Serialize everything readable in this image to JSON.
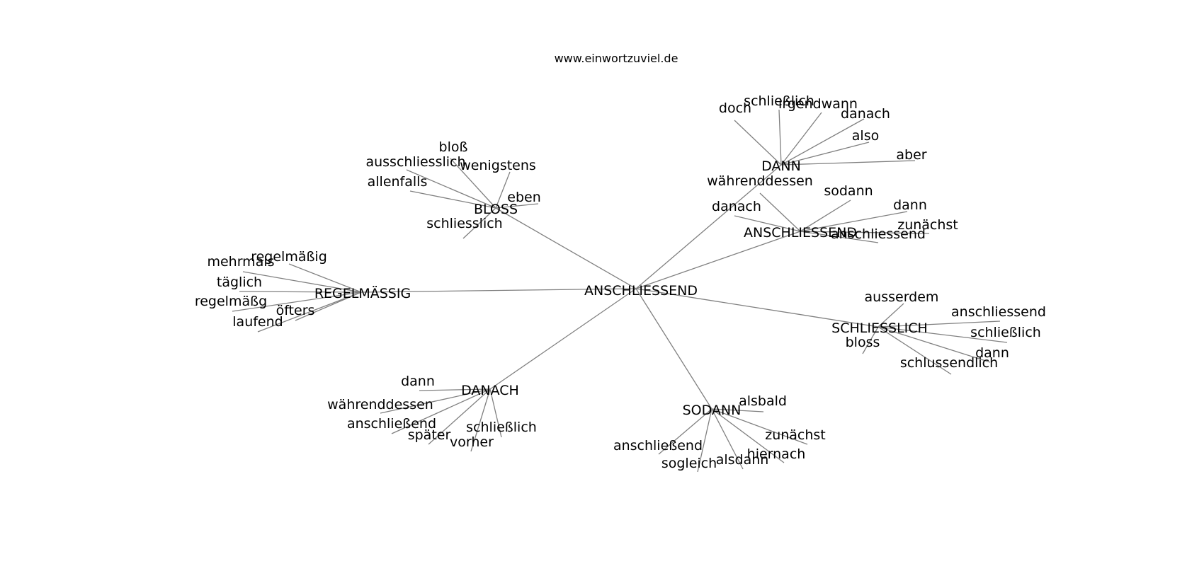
{
  "header": {
    "title": "www.einwortzuviel.de"
  },
  "graph": {
    "root": {
      "label": "ANSCHLIESSEND"
    },
    "hubs": [
      {
        "id": "bloss",
        "label": "BLOSS",
        "leaves": [
          "bloß",
          "ausschliesslich",
          "wenigstens",
          "allenfalls",
          "eben",
          "schliesslich"
        ]
      },
      {
        "id": "dann",
        "label": "DANN",
        "leaves": [
          "schließlich",
          "irgendwann",
          "doch",
          "danach",
          "also",
          "aber"
        ]
      },
      {
        "id": "anschliessend",
        "label": "ANSCHLIESSEND",
        "leaves": [
          "währenddessen",
          "sodann",
          "dann",
          "danach",
          "zunächst",
          "anschliessend"
        ]
      },
      {
        "id": "regelmaessig",
        "label": "REGELMÄSSIG",
        "leaves": [
          "regelmäßig",
          "mehrmals",
          "täglich",
          "regelmäßg",
          "öfters",
          "laufend"
        ]
      },
      {
        "id": "schliesslich",
        "label": "SCHLIESSLICH",
        "leaves": [
          "ausserdem",
          "anschliessend",
          "schließlich",
          "dann",
          "bloss",
          "schlussendlich"
        ]
      },
      {
        "id": "danach",
        "label": "DANACH",
        "leaves": [
          "dann",
          "währenddessen",
          "anschließend",
          "später",
          "vorher",
          "schließlich"
        ]
      },
      {
        "id": "sodann",
        "label": "SODANN",
        "leaves": [
          "alsbald",
          "zunächst",
          "anschließend",
          "hiernach",
          "alsdann",
          "sogleich"
        ]
      }
    ]
  }
}
